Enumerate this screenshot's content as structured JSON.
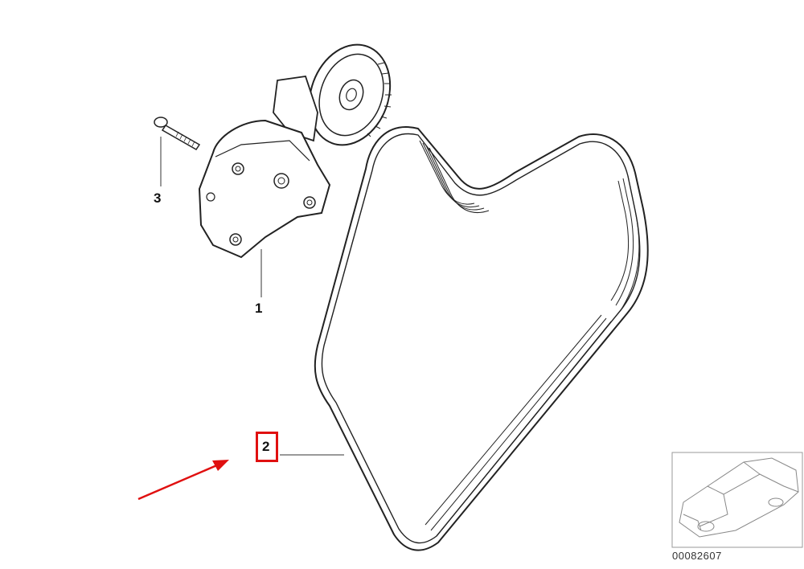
{
  "callouts": {
    "part_1": "1",
    "part_2": "2",
    "part_3": "3"
  },
  "highlight": {
    "target": "part_2",
    "color": "#e01010"
  },
  "diagram_id": "00082607",
  "icons": {
    "tensioner": "belt-tensioner-icon",
    "bolt": "bolt-icon",
    "belt": "ribbed-belt-icon",
    "car": "car-thumbnail-icon",
    "arrow": "red-arrow-icon"
  }
}
